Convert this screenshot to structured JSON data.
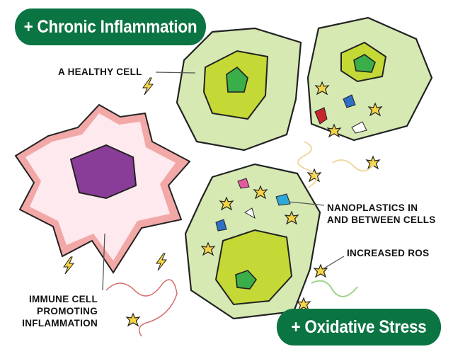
{
  "badges": {
    "top": "+ Chronic Inflammation",
    "bottom": "+ Oxidative Stress"
  },
  "labels": {
    "healthy_cell": "A HEALTHY CELL",
    "nanoplastics_line1": "NANOPLASTICS IN",
    "nanoplastics_line2": "AND BETWEEN CELLS",
    "ros": "INCREASED ROS",
    "immune_line1": "IMMUNE CELL",
    "immune_line2": "PROMOTING",
    "immune_line3": "INFLAMMATION"
  },
  "colors": {
    "badge": "#0b7443",
    "cell": "#d6e9b3",
    "nucleus_ring": "#c5d936",
    "nucleus_core": "#3aae48",
    "immune_outer": "#f3a8a8",
    "immune_inner": "#fde9ee",
    "immune_nucleus": "#8a3d98",
    "ros_star": "#f5d445"
  }
}
